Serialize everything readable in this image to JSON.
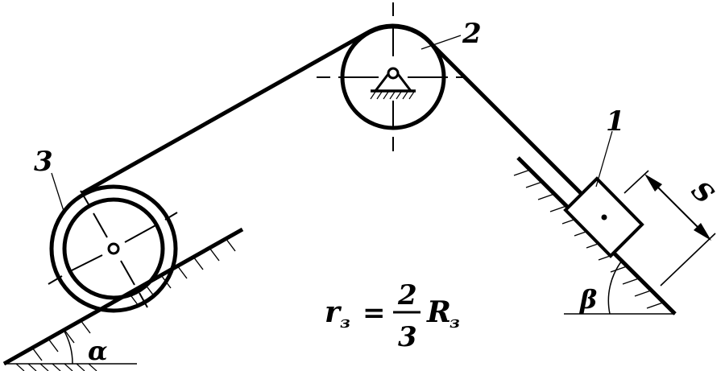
{
  "labels": {
    "body1": "1",
    "body2": "2",
    "body3": "3",
    "displacement": "S",
    "angle_alpha": "α",
    "angle_beta": "β"
  },
  "formula": {
    "lhs_symbol": "r",
    "lhs_subscript": "з",
    "equals": "=",
    "numerator": "2",
    "denominator": "3",
    "rhs_symbol": "R",
    "rhs_subscript": "з"
  }
}
